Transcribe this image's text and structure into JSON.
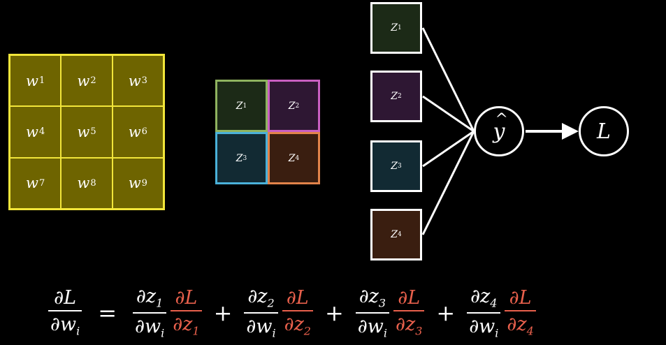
{
  "weights": [
    {
      "base": "w",
      "sub": "1"
    },
    {
      "base": "w",
      "sub": "2"
    },
    {
      "base": "w",
      "sub": "3"
    },
    {
      "base": "w",
      "sub": "4"
    },
    {
      "base": "w",
      "sub": "5"
    },
    {
      "base": "w",
      "sub": "6"
    },
    {
      "base": "w",
      "sub": "7"
    },
    {
      "base": "w",
      "sub": "8"
    },
    {
      "base": "w",
      "sub": "9"
    }
  ],
  "z_grid": [
    {
      "base": "Z",
      "sub": "1"
    },
    {
      "base": "Z",
      "sub": "2"
    },
    {
      "base": "Z",
      "sub": "3"
    },
    {
      "base": "Z",
      "sub": "4"
    }
  ],
  "z_column": [
    {
      "base": "Z",
      "sub": "1"
    },
    {
      "base": "Z",
      "sub": "2"
    },
    {
      "base": "Z",
      "sub": "3"
    },
    {
      "base": "Z",
      "sub": "4"
    }
  ],
  "colors": {
    "weight_fill": "#6e6400",
    "weight_border": "#f2e63a",
    "z1": "#8fb35f",
    "z2": "#c95fc2",
    "z3": "#4ab1d9",
    "z4": "#e2834a",
    "grad_red": "#e8604c"
  },
  "output_node": {
    "base": "y",
    "hat": "^"
  },
  "loss_node": {
    "label": "L"
  },
  "equation": {
    "lhs": {
      "num": "∂L",
      "den_base": "∂w",
      "den_sub": "i"
    },
    "equals": "=",
    "plus": "+",
    "terms": [
      {
        "num_base": "∂z",
        "num_sub": "1",
        "den_base": "∂w",
        "den_sub": "i",
        "g_num": "∂L",
        "g_den_base": "∂z",
        "g_den_sub": "1"
      },
      {
        "num_base": "∂z",
        "num_sub": "2",
        "den_base": "∂w",
        "den_sub": "i",
        "g_num": "∂L",
        "g_den_base": "∂z",
        "g_den_sub": "2"
      },
      {
        "num_base": "∂z",
        "num_sub": "3",
        "den_base": "∂w",
        "den_sub": "i",
        "g_num": "∂L",
        "g_den_base": "∂z",
        "g_den_sub": "3"
      },
      {
        "num_base": "∂z",
        "num_sub": "4",
        "den_base": "∂w",
        "den_sub": "i",
        "g_num": "∂L",
        "g_den_base": "∂z",
        "g_den_sub": "4"
      }
    ]
  }
}
